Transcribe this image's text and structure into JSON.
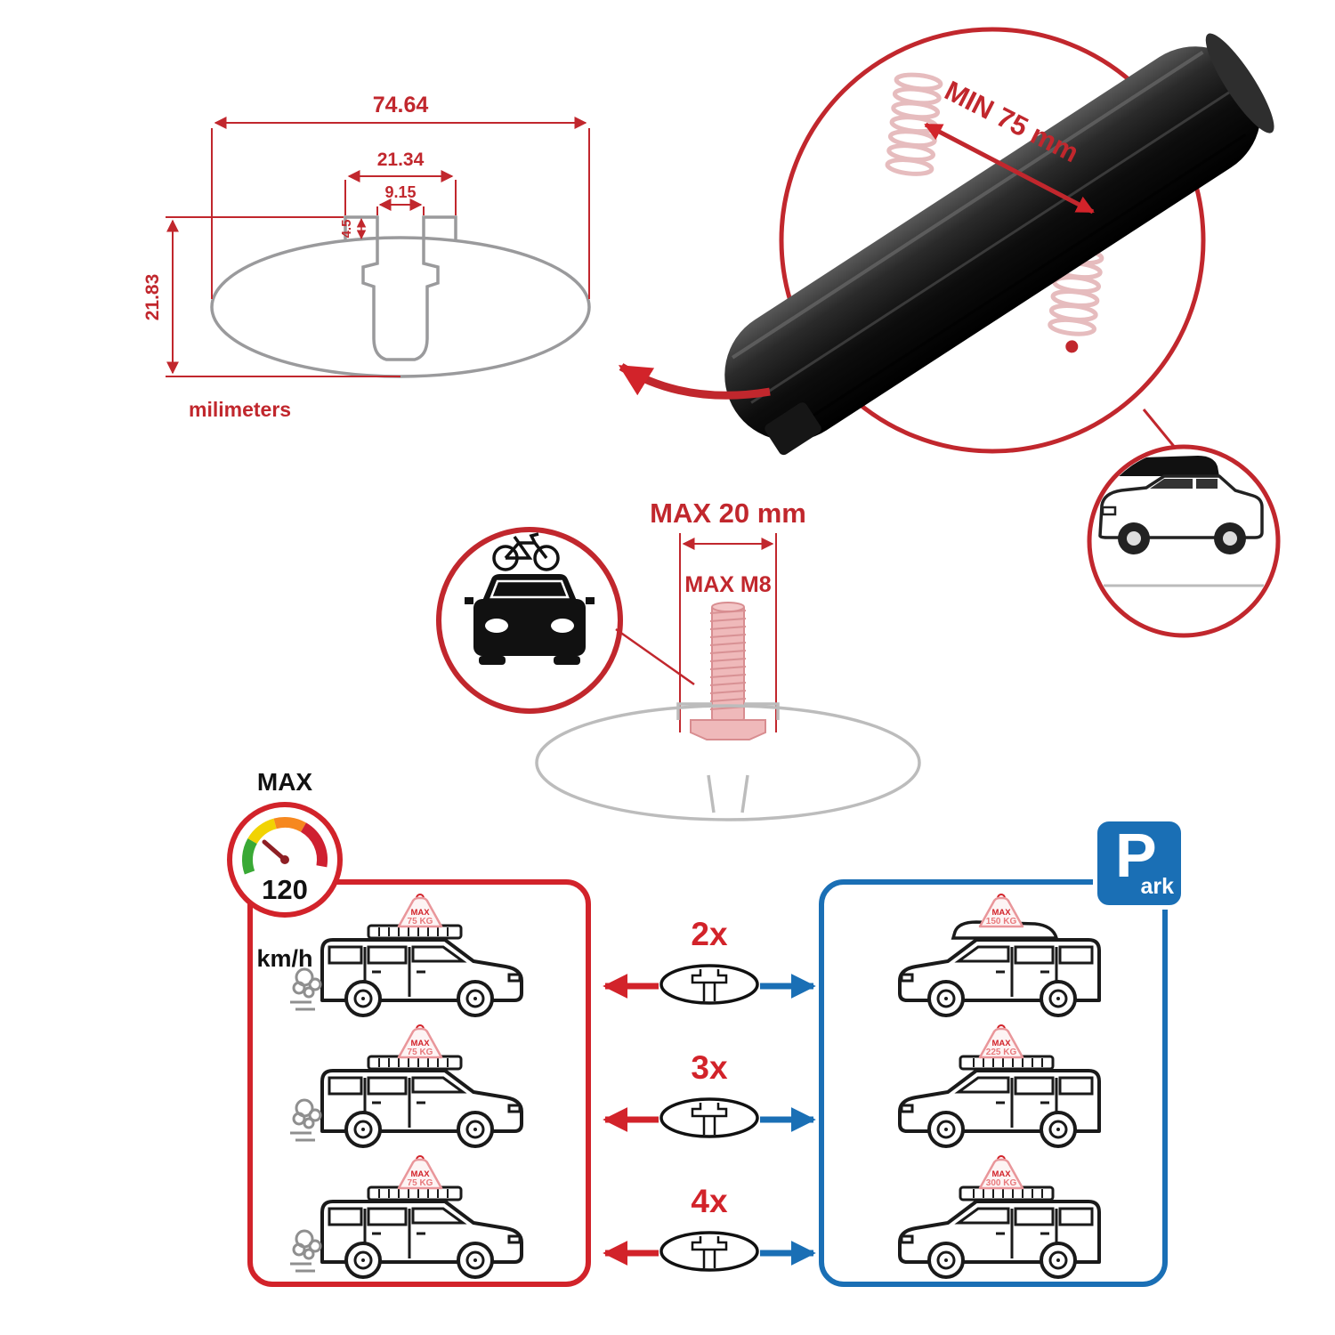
{
  "colors": {
    "red": "#d2232a",
    "dim_red": "#c1272d",
    "blue": "#1a6fb5",
    "gray": "#9a9a9c",
    "black": "#1a1a1a",
    "pink": "#efb9ba"
  },
  "tech": {
    "total_width": "74.64",
    "channel_width": "21.34",
    "slot_width": "9.15",
    "step_height": "4.5",
    "total_height": "21.83",
    "units": "milimeters"
  },
  "detail": {
    "min_span": "MIN 75 mm"
  },
  "bolt": {
    "width_label": "MAX 20 mm",
    "thread_label": "MAX M8"
  },
  "gauge": {
    "title": "MAX",
    "speed": "120",
    "unit": "km/h"
  },
  "multipliers": [
    "2x",
    "3x",
    "4x"
  ],
  "driving": {
    "loads": [
      {
        "max": "MAX",
        "kg": "75 KG"
      },
      {
        "max": "MAX",
        "kg": "75 KG"
      },
      {
        "max": "MAX",
        "kg": "75 KG"
      }
    ]
  },
  "parking": {
    "sign_p": "P",
    "sign_ark": "ark",
    "loads": [
      {
        "max": "MAX",
        "kg": "150 KG"
      },
      {
        "max": "MAX",
        "kg": "225 KG"
      },
      {
        "max": "MAX",
        "kg": "300 KG"
      }
    ]
  }
}
